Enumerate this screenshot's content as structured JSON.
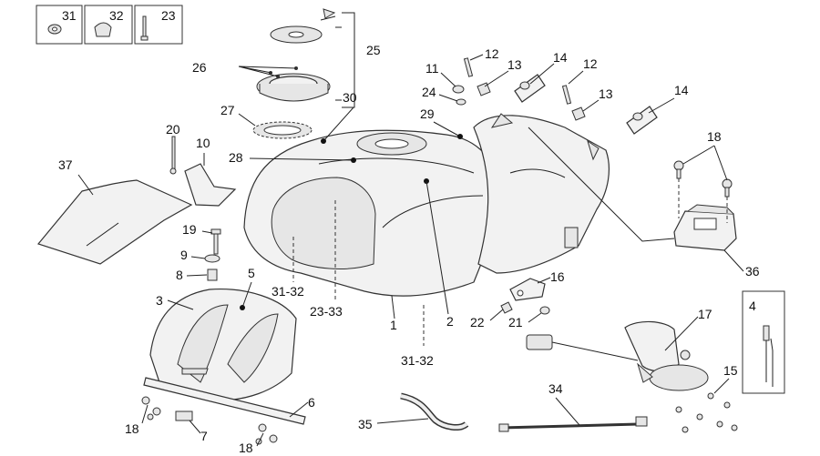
{
  "labels": {
    "l1": "1",
    "l2": "2",
    "l3": "3",
    "l4": "4",
    "l5": "5",
    "l6": "6",
    "l7": "7",
    "l8": "8",
    "l9": "9",
    "l10": "10",
    "l11": "11",
    "l12a": "12",
    "l12b": "12",
    "l13a": "13",
    "l13b": "13",
    "l14a": "14",
    "l14b": "14",
    "l15": "15",
    "l16": "16",
    "l17": "17",
    "l18a": "18",
    "l18b": "18",
    "l18c": "18",
    "l19": "19",
    "l20": "20",
    "l21": "21",
    "l22": "22",
    "l23": "23",
    "l24": "24",
    "l25": "25",
    "l26": "26",
    "l27": "27",
    "l28": "28",
    "l29": "29",
    "l30": "30",
    "l31": "31",
    "l32": "32",
    "l3132a": "31-32",
    "l3132b": "31-32",
    "l2333": "23-33",
    "l34": "34",
    "l35": "35",
    "l36": "36",
    "l37": "37"
  }
}
